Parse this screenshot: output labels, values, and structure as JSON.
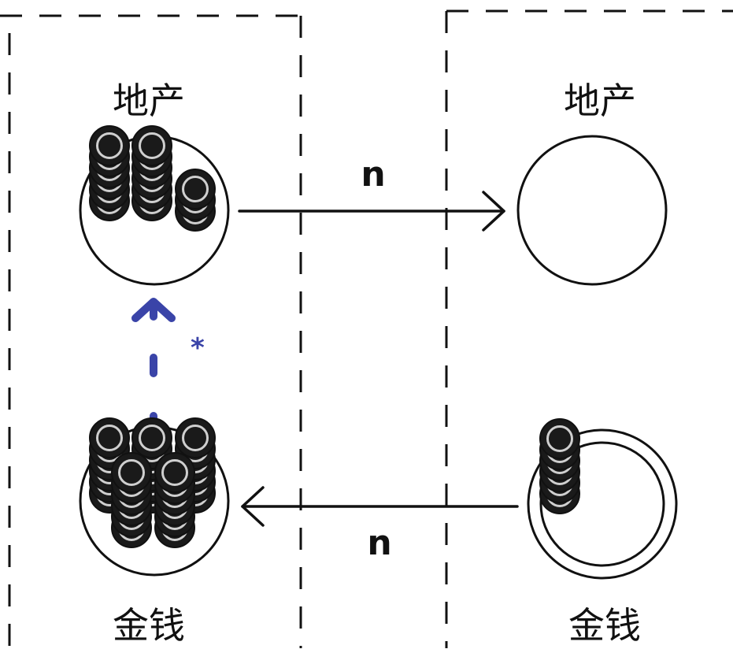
{
  "left_panel": {
    "top_label": "地产",
    "bottom_label": "金钱"
  },
  "right_panel": {
    "top_label": "地产",
    "bottom_label": "金钱"
  },
  "arrows": {
    "top_label": "n",
    "bottom_label": "n",
    "conversion_label": "*"
  },
  "colors": {
    "stroke": "#111111",
    "coin_fill": "#1a1a1a",
    "coin_ring": "#cfcfcf",
    "conversion_arrow": "#3a44a8"
  }
}
